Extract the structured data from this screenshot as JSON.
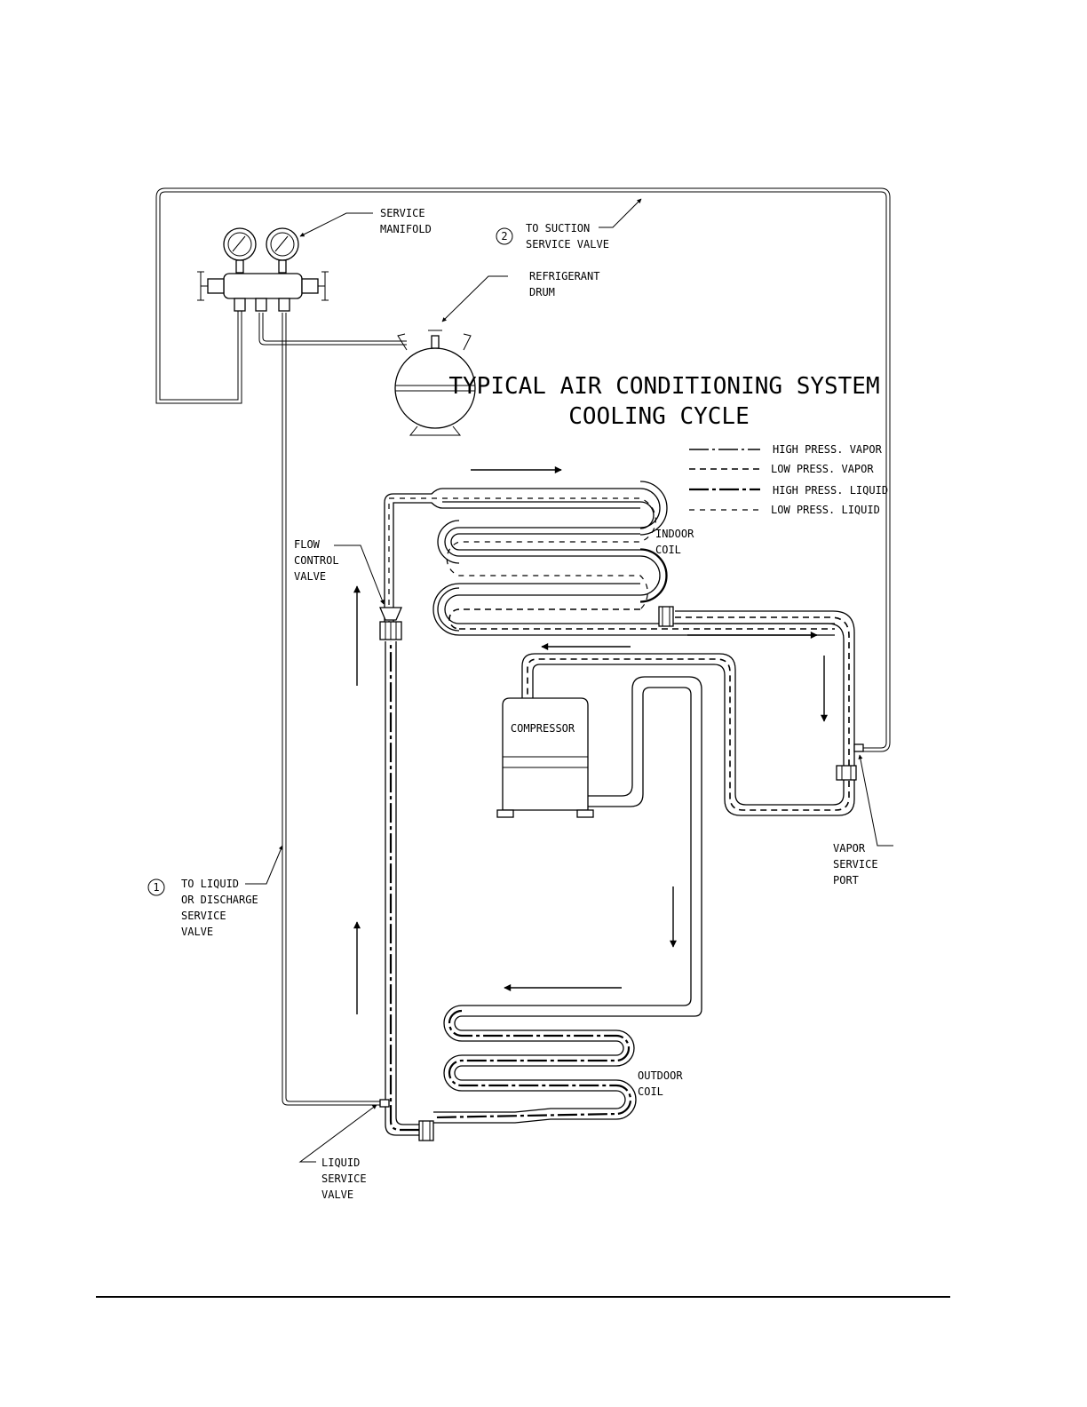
{
  "title": {
    "line1": "TYPICAL AIR CONDITIONING SYSTEM",
    "line2": "COOLING CYCLE"
  },
  "legend": [
    {
      "label": "HIGH PRESS. VAPOR"
    },
    {
      "label": "LOW PRESS. VAPOR"
    },
    {
      "label": "HIGH PRESS. LIQUID"
    },
    {
      "label": "LOW PRESS. LIQUID"
    }
  ],
  "labels": {
    "service_manifold": [
      "SERVICE",
      "MANIFOLD"
    ],
    "refrigerant_drum": [
      "REFRIGERANT",
      "DRUM"
    ],
    "suction_valve": [
      "TO SUCTION",
      "SERVICE VALVE"
    ],
    "suction_number": "2",
    "flow_control_valve": [
      "FLOW",
      "CONTROL",
      "VALVE"
    ],
    "indoor_coil": [
      "INDOOR",
      "COIL"
    ],
    "compressor": "COMPRESSOR",
    "vapor_service_port": [
      "VAPOR",
      "SERVICE",
      "PORT"
    ],
    "liquid_discharge": [
      "TO LIQUID",
      "OR DISCHARGE",
      "SERVICE",
      "VALVE"
    ],
    "liquid_number": "1",
    "outdoor_coil": [
      "OUTDOOR",
      "COIL"
    ],
    "liquid_service_valve": [
      "LIQUID",
      "SERVICE",
      "VALVE"
    ]
  }
}
